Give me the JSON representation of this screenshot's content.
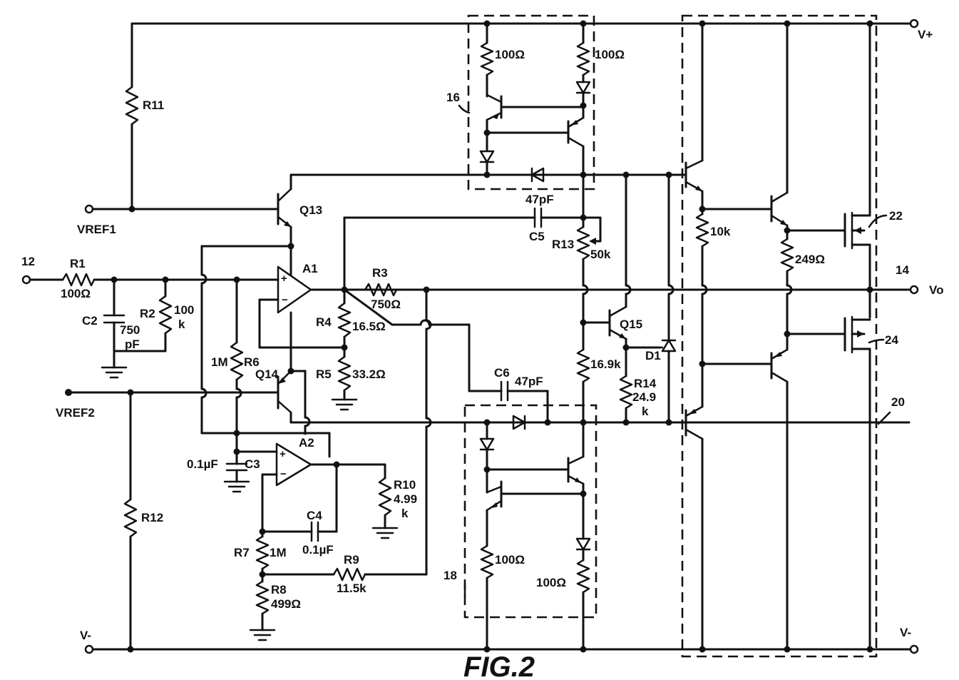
{
  "figure": {
    "caption": "FIG.2"
  },
  "rails": {
    "vplus": "V+",
    "vminus_left": "V-",
    "vminus_right": "V-",
    "vref1": "VREF1",
    "vref2": "VREF2"
  },
  "terminals": {
    "input_ref": "12",
    "output_ref": "14",
    "output_label": "Vo"
  },
  "blocks": {
    "block16": "16",
    "block18": "18",
    "block20": "20",
    "mos22": "22",
    "mos24": "24"
  },
  "parts": {
    "r1": "R1",
    "r1_val": "100Ω",
    "r2": "R2",
    "r2_val": "100",
    "r2_unit": "k",
    "c2": "C2",
    "c2_val": "750",
    "c2_unit": "pF",
    "r11": "R11",
    "r12": "R12",
    "q13": "Q13",
    "q14": "Q14",
    "q15": "Q15",
    "a1": "A1",
    "a2": "A2",
    "r3": "R3",
    "r3_val": "750Ω",
    "r4": "R4",
    "r4_val": "16.5Ω",
    "r5": "R5",
    "r5_val": "33.2Ω",
    "r6": "R6",
    "r6_val": "1M",
    "c3": "C3",
    "c3_val": "0.1µF",
    "c4": "C4",
    "c4_val": "0.1µF",
    "r7": "R7",
    "r7_val": "1M",
    "r8": "R8",
    "r8_val": "499Ω",
    "r9": "R9",
    "r9_val": "11.5k",
    "r10": "R10",
    "r10_val": "4.99",
    "r10_unit": "k",
    "c5": "C5",
    "c5_val": "47pF",
    "c6": "C6",
    "c6_val": "47pF",
    "r13": "R13",
    "r13_val": "50k",
    "r16k9_val": "16.9k",
    "r14": "R14",
    "r14_val": "24.9",
    "r14_unit": "k",
    "d1": "D1",
    "b16_r_left": "100Ω",
    "b16_r_right": "100Ω",
    "b18_r_left": "100Ω",
    "b18_r_right": "100Ω",
    "r10k_val": "10k",
    "r249_val": "249Ω"
  }
}
